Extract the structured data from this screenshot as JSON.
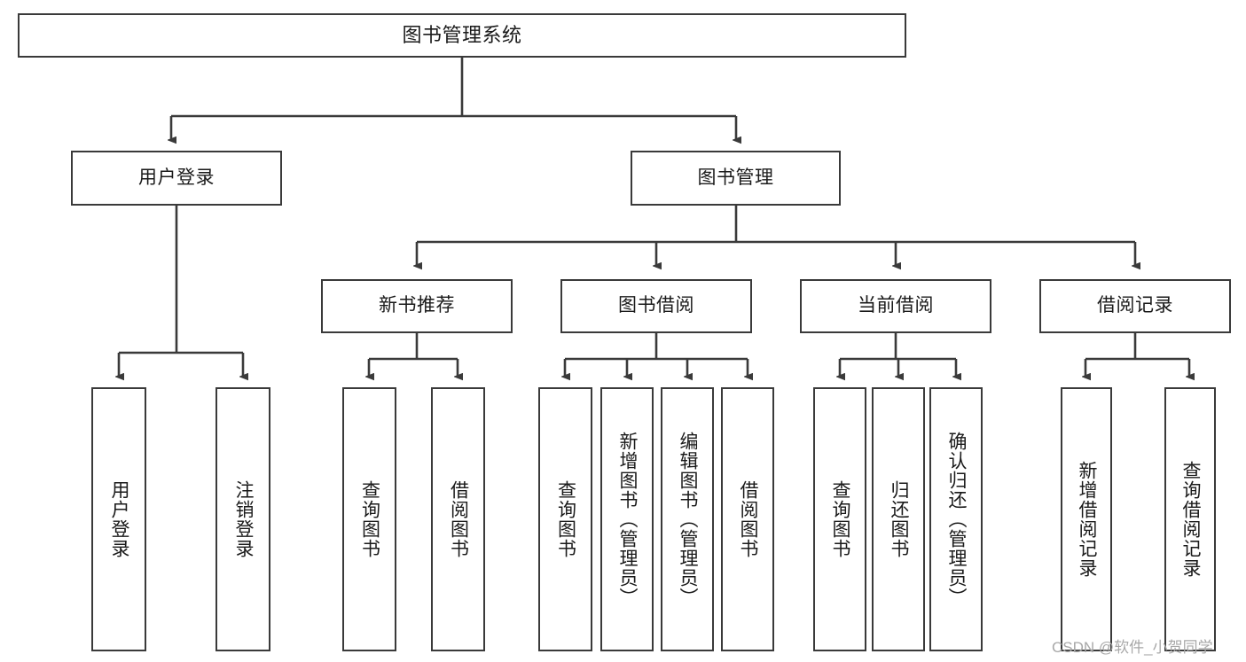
{
  "diagram": {
    "title": "图书管理系统",
    "type": "hierarchy-tree",
    "style": {
      "box_border_color": "#3a3a3a",
      "box_fill_color": "#ffffff",
      "connector_color": "#3a3a3a",
      "text_color": "#1a1a1a",
      "background": "#ffffff"
    },
    "levels": {
      "root": "图书管理系统",
      "level2": [
        "用户登录",
        "图书管理"
      ],
      "level3": [
        "新书推荐",
        "图书借阅",
        "当前借阅",
        "借阅记录"
      ]
    },
    "nodes": {
      "root": {
        "label": "图书管理系统"
      },
      "user_login": {
        "label": "用户登录"
      },
      "book_manage": {
        "label": "图书管理"
      },
      "new_book_rec": {
        "label": "新书推荐"
      },
      "book_borrow": {
        "label": "图书借阅"
      },
      "current_borrow": {
        "label": "当前借阅"
      },
      "borrow_record": {
        "label": "借阅记录"
      },
      "leaf_user_login": {
        "label": "用户登录"
      },
      "leaf_user_logout": {
        "label": "注销登录"
      },
      "leaf_query_book_1": {
        "label": "查询图书"
      },
      "leaf_borrow_book_1": {
        "label": "借阅图书"
      },
      "leaf_query_book_2": {
        "label": "查询图书"
      },
      "leaf_add_book_admin": {
        "label": "新增图书（管理员）"
      },
      "leaf_edit_book_admin": {
        "label": "编辑图书（管理员）"
      },
      "leaf_borrow_book_2": {
        "label": "借阅图书"
      },
      "leaf_query_book_3": {
        "label": "查询图书"
      },
      "leaf_return_book": {
        "label": "归还图书"
      },
      "leaf_confirm_return_admin": {
        "label": "确认归还（管理员）"
      },
      "leaf_add_borrow_record": {
        "label": "新增借阅记录"
      },
      "leaf_query_borrow_record": {
        "label": "查询借阅记录"
      }
    },
    "edges": [
      {
        "from": "图书管理系统",
        "to": "用户登录"
      },
      {
        "from": "图书管理系统",
        "to": "图书管理"
      },
      {
        "from": "用户登录",
        "to": "用户登录"
      },
      {
        "from": "用户登录",
        "to": "注销登录"
      },
      {
        "from": "图书管理",
        "to": "新书推荐"
      },
      {
        "from": "图书管理",
        "to": "图书借阅"
      },
      {
        "from": "图书管理",
        "to": "当前借阅"
      },
      {
        "from": "图书管理",
        "to": "借阅记录"
      },
      {
        "from": "新书推荐",
        "to": "查询图书"
      },
      {
        "from": "新书推荐",
        "to": "借阅图书"
      },
      {
        "from": "图书借阅",
        "to": "查询图书"
      },
      {
        "from": "图书借阅",
        "to": "新增图书（管理员）"
      },
      {
        "from": "图书借阅",
        "to": "编辑图书（管理员）"
      },
      {
        "from": "图书借阅",
        "to": "借阅图书"
      },
      {
        "from": "当前借阅",
        "to": "查询图书"
      },
      {
        "from": "当前借阅",
        "to": "归还图书"
      },
      {
        "from": "当前借阅",
        "to": "确认归还（管理员）"
      },
      {
        "from": "借阅记录",
        "to": "新增借阅记录"
      },
      {
        "from": "借阅记录",
        "to": "查询借阅记录"
      }
    ]
  },
  "watermark": {
    "text": "CSDN @软件_小贺同学"
  }
}
